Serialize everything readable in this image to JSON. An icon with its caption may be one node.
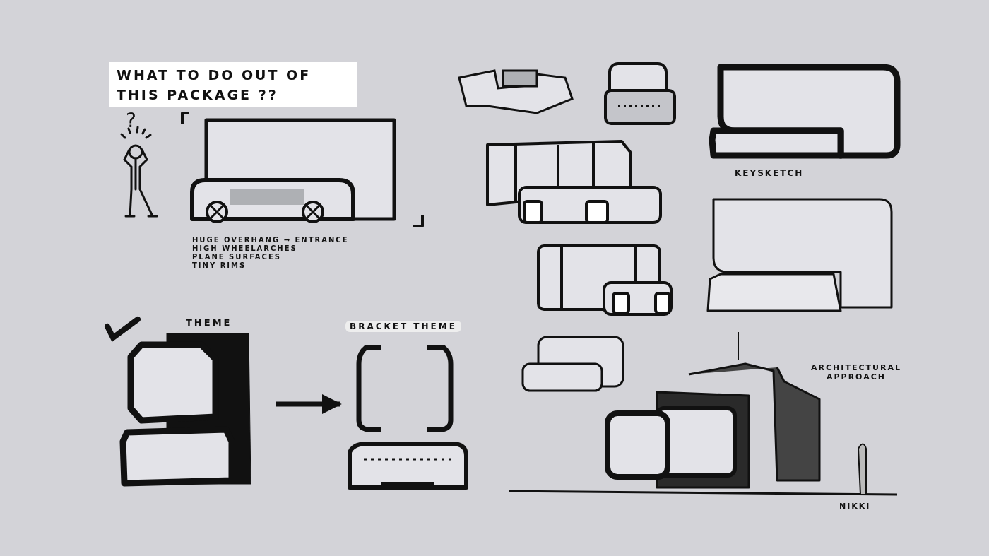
{
  "diagram": {
    "title": "WHAT TO DO OUT OF THIS PACKAGE ??",
    "nodes": [
      {
        "text": [
          "THEME"
        ]
      },
      {
        "text": [
          "BRACKET THEME"
        ]
      }
    ],
    "edges": [
      {
        "from": 0,
        "to": 1,
        "arrow": "to"
      }
    ],
    "labels": [
      "?",
      "HUGE OVERHANG → ENTRANCE",
      "HIGH WHEELARCHES",
      "PLANE SURFACES",
      "TINY RIMS",
      "KEYSKETCH",
      "ARCHITECTURAL APPROACH",
      "NIKKI"
    ]
  }
}
